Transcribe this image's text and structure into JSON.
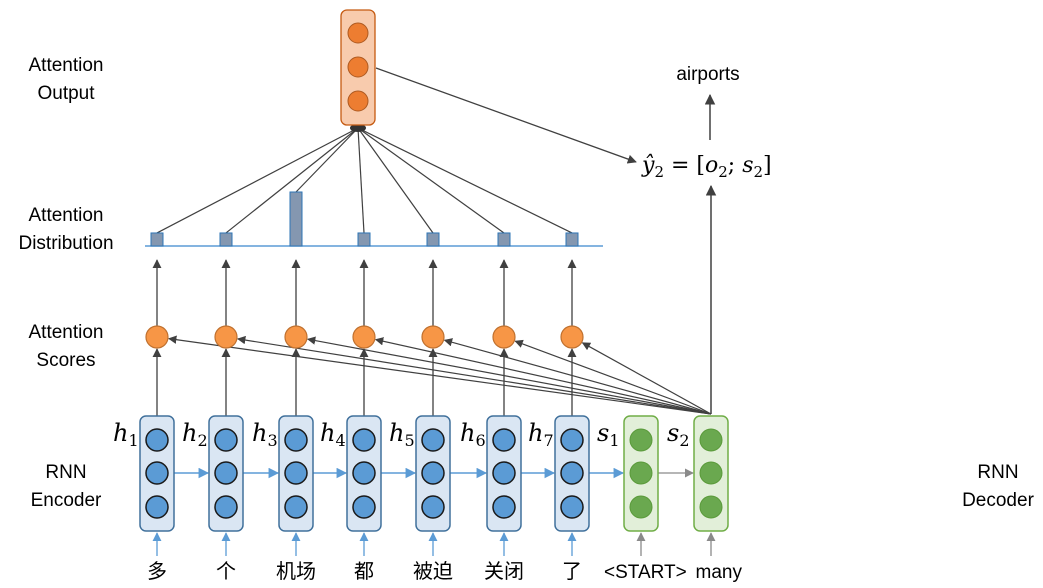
{
  "labels": {
    "attention_output": [
      "Attention",
      "Output"
    ],
    "attention_distribution": [
      "Attention",
      "Distribution"
    ],
    "attention_scores": [
      "Attention",
      "Scores"
    ],
    "rnn_encoder": [
      "RNN",
      "Encoder"
    ],
    "rnn_decoder": [
      "RNN",
      "Decoder"
    ]
  },
  "output_word": "airports",
  "equation": {
    "lhs": "ŷ",
    "lhs_sub": "2",
    "rhs_open": " = [",
    "o": "o",
    "o_sub": "2",
    "sep": "; ",
    "s": "s",
    "s_sub": "2",
    "rhs_close": "]"
  },
  "encoder": {
    "hidden_labels": [
      {
        "var": "h",
        "sub": "1"
      },
      {
        "var": "h",
        "sub": "2"
      },
      {
        "var": "h",
        "sub": "3"
      },
      {
        "var": "h",
        "sub": "4"
      },
      {
        "var": "h",
        "sub": "5"
      },
      {
        "var": "h",
        "sub": "6"
      },
      {
        "var": "h",
        "sub": "7"
      }
    ],
    "input_words": [
      "多",
      "个",
      "机场",
      "都",
      "被迫",
      "关闭",
      "了"
    ]
  },
  "decoder": {
    "state_labels": [
      {
        "var": "s",
        "sub": "1"
      },
      {
        "var": "s",
        "sub": "2"
      }
    ],
    "input_words": [
      "<START>",
      "many"
    ]
  },
  "attention_distribution": {
    "weights": [
      0.07,
      0.07,
      0.29,
      0.07,
      0.07,
      0.07,
      0.07
    ]
  },
  "colors": {
    "encoder_fill": "#dae6f3",
    "encoder_stroke": "#41719c",
    "encoder_node": "#5b9bd5",
    "decoder_fill": "#e2efd9",
    "decoder_stroke": "#70ad47",
    "decoder_node": "#6aa84f",
    "output_fill": "#f8cbad",
    "output_stroke": "#c55a11",
    "output_node": "#ed7d31",
    "score_node": "#f79646",
    "bar_fill": "#8497b0",
    "bar_stroke": "#2e75b6",
    "baseline": "#5b9bd5",
    "arrow": "#404040"
  }
}
